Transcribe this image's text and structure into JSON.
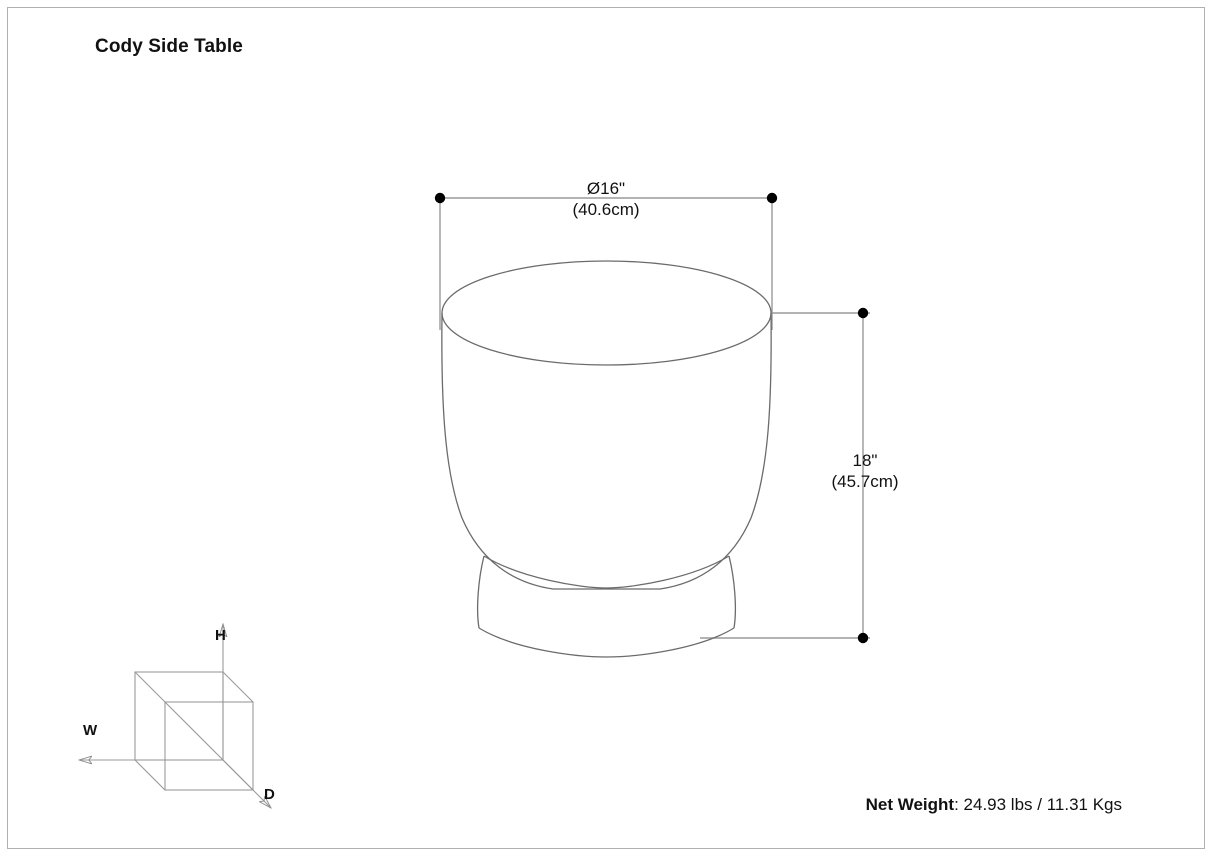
{
  "page": {
    "title": "Cody Side Table",
    "background_color": "#ffffff",
    "border_color": "#b0b0b0",
    "line_color": "#8a8a8a",
    "outline_color": "#6b6b6b",
    "marker_color": "#000000",
    "text_color": "#111111"
  },
  "product": {
    "name": "Cody Side Table",
    "type": "side-table",
    "silhouette": "round drum bowl top on tapered pedestal base"
  },
  "dimensions": {
    "width": {
      "label_imperial": "Ø16\"",
      "label_metric": "(40.6cm)",
      "axis": "diameter"
    },
    "height": {
      "label_imperial": "18\"",
      "label_metric": "(45.7cm)",
      "axis": "height"
    }
  },
  "net_weight": {
    "label": "Net Weight",
    "separator": ": ",
    "value": "24.93 lbs / 11.31 Kgs",
    "pounds": "24.93 lbs",
    "kilograms": "11.31 Kgs"
  },
  "axis_legend": {
    "height_label": "H",
    "width_label": "W",
    "depth_label": "D"
  }
}
